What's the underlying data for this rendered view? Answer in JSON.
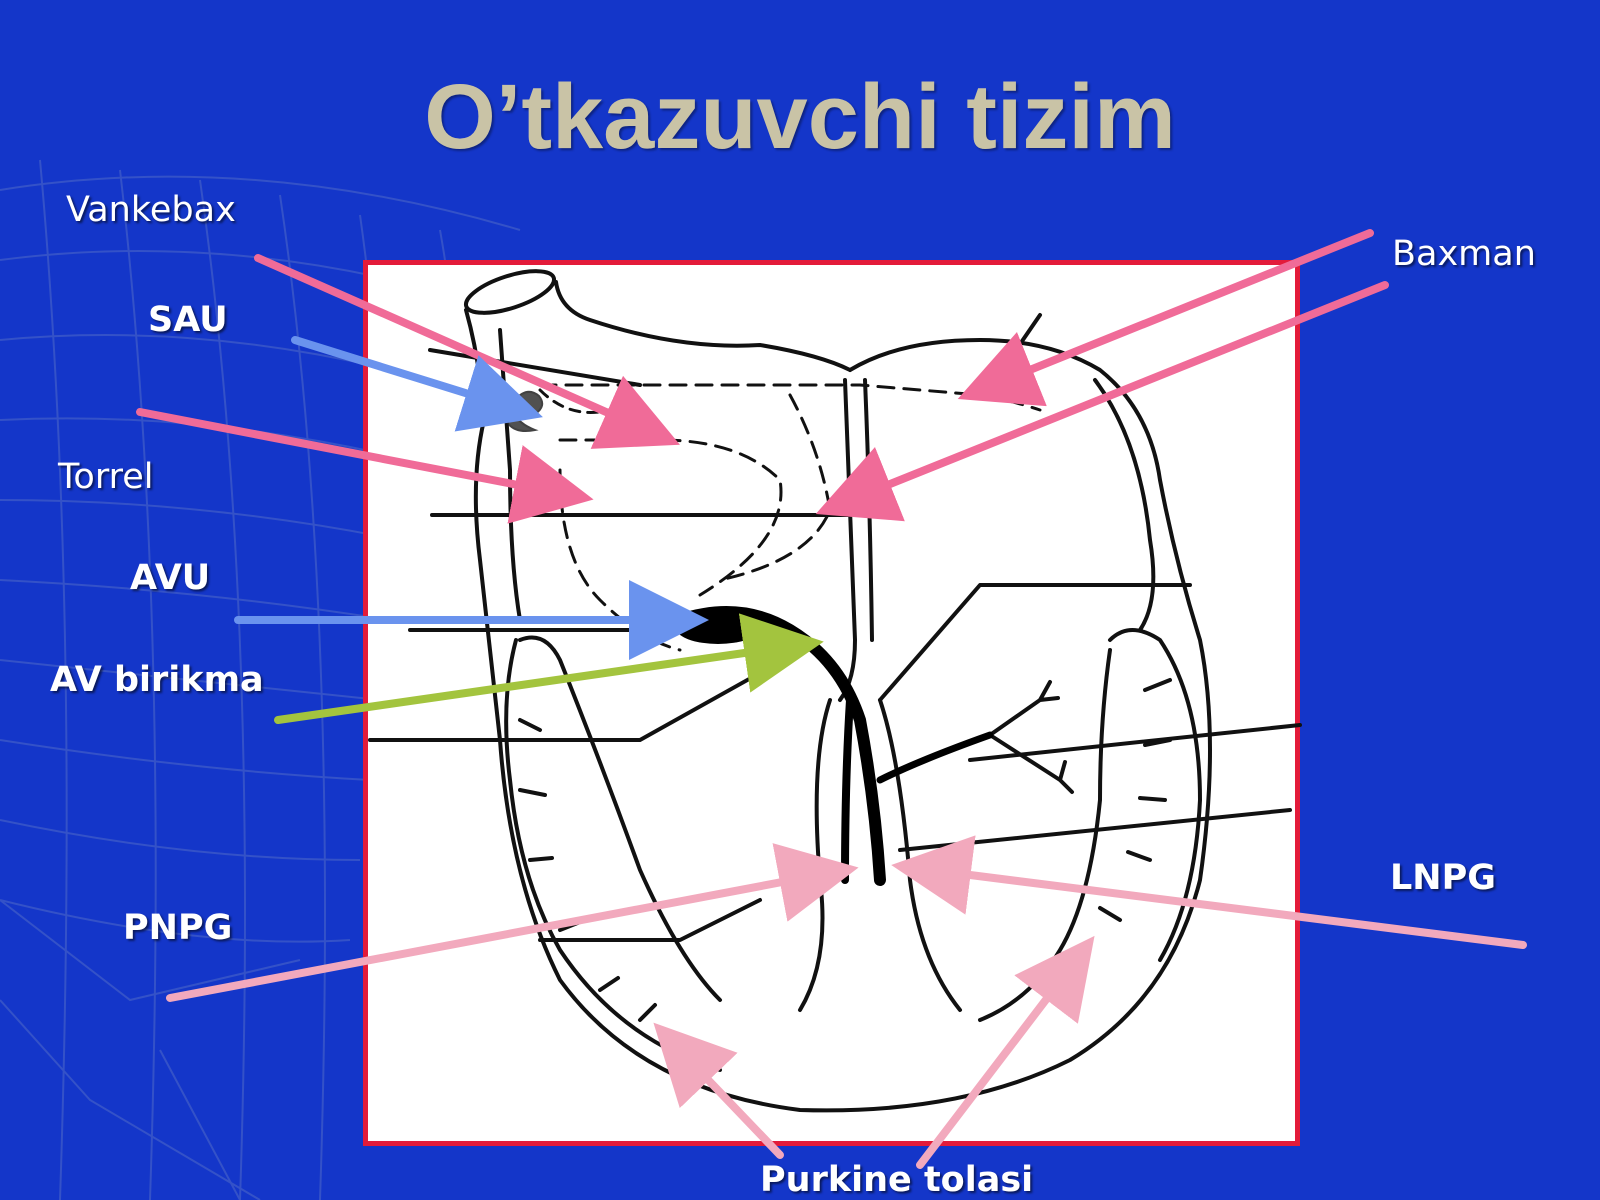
{
  "slide": {
    "title": "O’tkazuvchi tizim",
    "background_color": "#1436c9",
    "title_color": "#c9c3a6",
    "frame_color": "#e31b3a"
  },
  "labels": {
    "vankebax": "Vankebax",
    "sau": "SAU",
    "torrel": "Torrel",
    "avu": "AVU",
    "av_birikma": "AV birikma",
    "pnpg": "PNPG",
    "baxman": "Baxman",
    "lnpg": "LNPG",
    "purkine_tolasi": "Purkine tolasi"
  },
  "arrow_colors": {
    "pink": "#f06b98",
    "blue": "#6a93ee",
    "green": "#a3c43e",
    "light_pink": "#f2a9bd"
  }
}
